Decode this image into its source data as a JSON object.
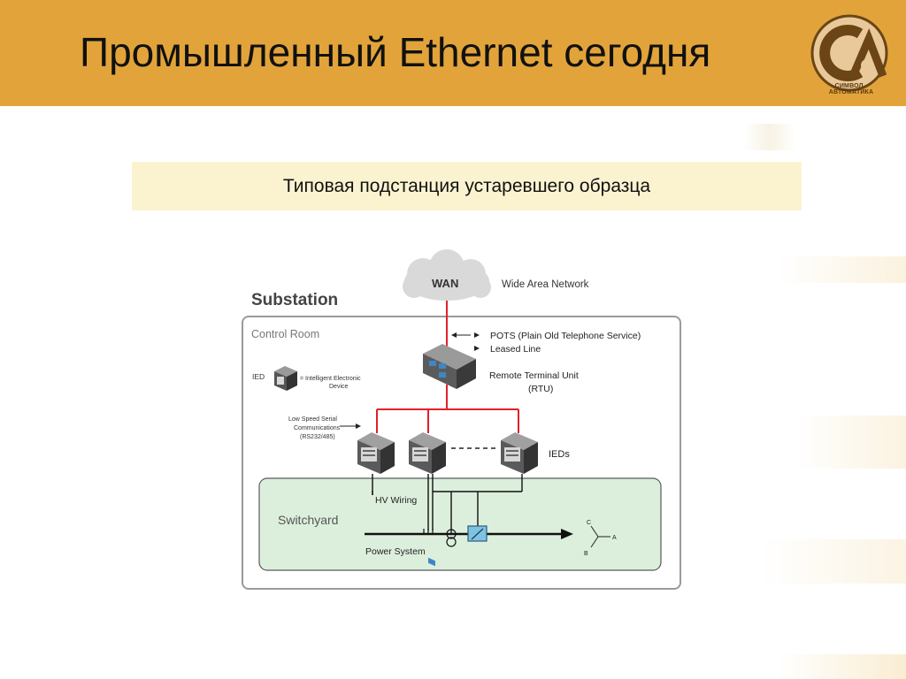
{
  "header": {
    "title": "Промышленный Ethernet сегодня",
    "logo_text": "СИМВОЛ - АВТОМАТИКА",
    "logo_letters": "СА",
    "color": "#e2a43a"
  },
  "subtitle": "Типовая подстанция устаревшего образца",
  "diagram": {
    "heading": "Substation",
    "control_room": "Control Room",
    "wan": "WAN",
    "wan_desc": "Wide Area Network",
    "pots": "POTS  (Plain Old Telephone Service)",
    "leased_line": "Leased Line",
    "rtu_line1": "Remote Terminal Unit",
    "rtu_line2": "(RTU)",
    "ied_legend_label": "IED",
    "ied_legend_line1": "= Intelligent Electronic",
    "ied_legend_line2": "Device",
    "serial_line1": "Low Speed  Serial",
    "serial_line2": "Communications",
    "serial_line3": "(RS232/485)",
    "ieds": "IEDs",
    "hv_wiring": "HV Wiring",
    "switchyard": "Switchyard",
    "power_system": "Power System",
    "phase_a": "A",
    "phase_b": "B",
    "phase_c": "C",
    "colors": {
      "red_line": "#e2202a",
      "switchyard_fill": "#dcefdc",
      "frame": "#8a8a8a",
      "breaker": "#7fc3e3"
    }
  }
}
